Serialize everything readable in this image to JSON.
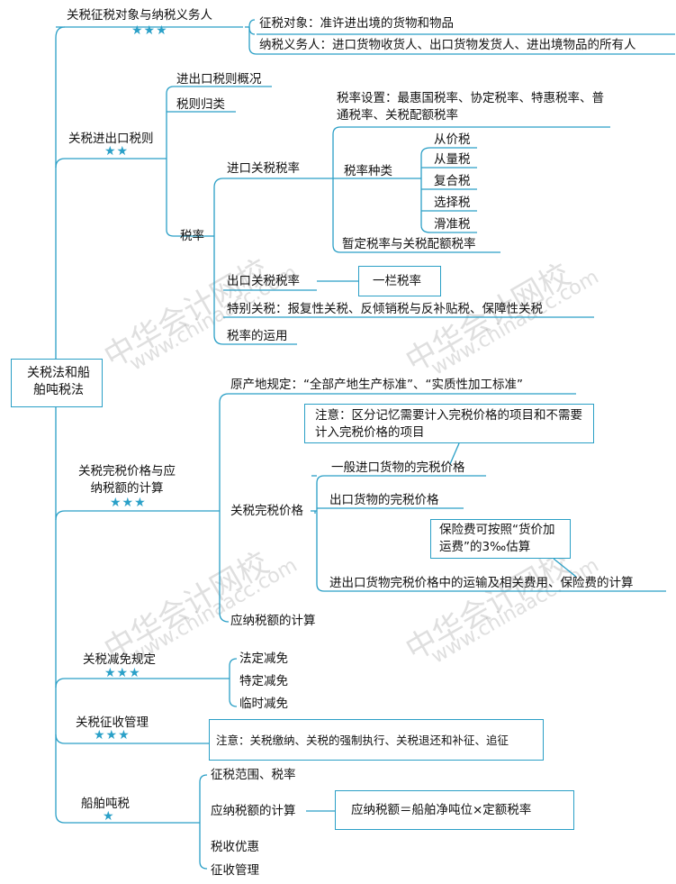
{
  "root": "关税法和船舶吨税法",
  "stars": {
    "three": "★★★",
    "two": "★★",
    "one": "★"
  },
  "watermark": {
    "cn": "中华会计网校",
    "url": "www.chinaacc.com"
  },
  "b1": {
    "title": "关税征税对象与纳税义务人",
    "c1": "征税对象：准许进出境的货物和物品",
    "c2": "纳税义务人：进口货物收货人、出口货物发货人、进出境物品的所有人"
  },
  "b2": {
    "title": "关税进出口税则",
    "c1": "进出口税则概况",
    "c2": "税则归类",
    "c3": "税率",
    "import": "进口关税税率",
    "rate_setting": "税率设置：最惠国税率、协定税率、特惠税率、普通税率、关税配额税率",
    "rate_types": "税率种类",
    "types": [
      "从价税",
      "从量税",
      "复合税",
      "选择税",
      "滑准税"
    ],
    "temp": "暂定税率与关税配额税率",
    "export": "出口关税税率",
    "export_box": "一栏税率",
    "special": "特别关税：报复性关税、反倾销税与反补贴税、保障性关税",
    "use": "税率的运用"
  },
  "b3": {
    "title": "关税完税价格与应纳税额的计算",
    "origin": "原产地规定：“全部产地生产标准”、“实质性加工标准”",
    "note": "注意：区分记忆需要计入完税价格的项目和不需要计入完税价格的项目",
    "price": "关税完税价格",
    "p1": "一般进口货物的完税价格",
    "p2": "出口货物的完税价格",
    "insurance": "保险费可按照“货价加运费”的3‰估算",
    "p3": "进出口货物完税价格中的运输及相关费用、保险费的计算",
    "calc": "应纳税额的计算"
  },
  "b4": {
    "title": "关税减免规定",
    "items": [
      "法定减免",
      "特定减免",
      "临时减免"
    ]
  },
  "b5": {
    "title": "关税征收管理",
    "note": "注意：关税缴纳、关税的强制执行、关税退还和补征、追征"
  },
  "b6": {
    "title": "船舶吨税",
    "c1": "征税范围、税率",
    "c2": "应纳税额的计算",
    "formula": "应纳税额＝船舶净吨位×定额税率",
    "c3": "税收优惠",
    "c4": "征收管理"
  }
}
